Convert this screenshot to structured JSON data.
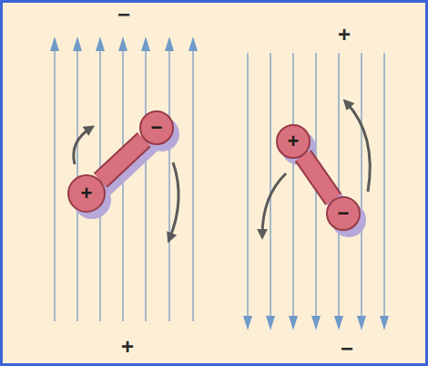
{
  "diagram": {
    "nodes": [
      {
        "text": [
          "−"
        ]
      },
      {
        "text": [
          "+"
        ]
      },
      {
        "text": [
          "+"
        ]
      },
      {
        "text": [
          "−"
        ]
      }
    ],
    "edges": [
      {
        "from": 0,
        "to": 1,
        "arrow": "none"
      },
      {
        "from": 2,
        "to": 3,
        "arrow": "none"
      }
    ],
    "labels": [
      "−",
      "+",
      "+",
      "−"
    ]
  }
}
